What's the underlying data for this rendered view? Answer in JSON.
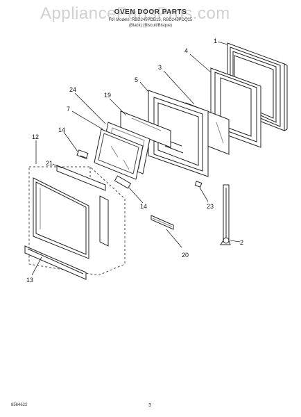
{
  "watermark": "AppliancePartsPros.com",
  "header": {
    "title": "OVEN DOOR PARTS",
    "line1": "For Models: RBD245PDB15, RBD245PDQ15",
    "line2": "(Black)     (Biscuit/Bisque)"
  },
  "callouts": [
    "1",
    "2",
    "3",
    "4",
    "5",
    "7",
    "12",
    "13",
    "14",
    "14",
    "19",
    "20",
    "21",
    "23",
    "24"
  ],
  "footer": {
    "code": "8564622",
    "page": "3"
  },
  "colors": {
    "line": "#222222",
    "hatch": "#888888",
    "dashed": "#444444"
  }
}
